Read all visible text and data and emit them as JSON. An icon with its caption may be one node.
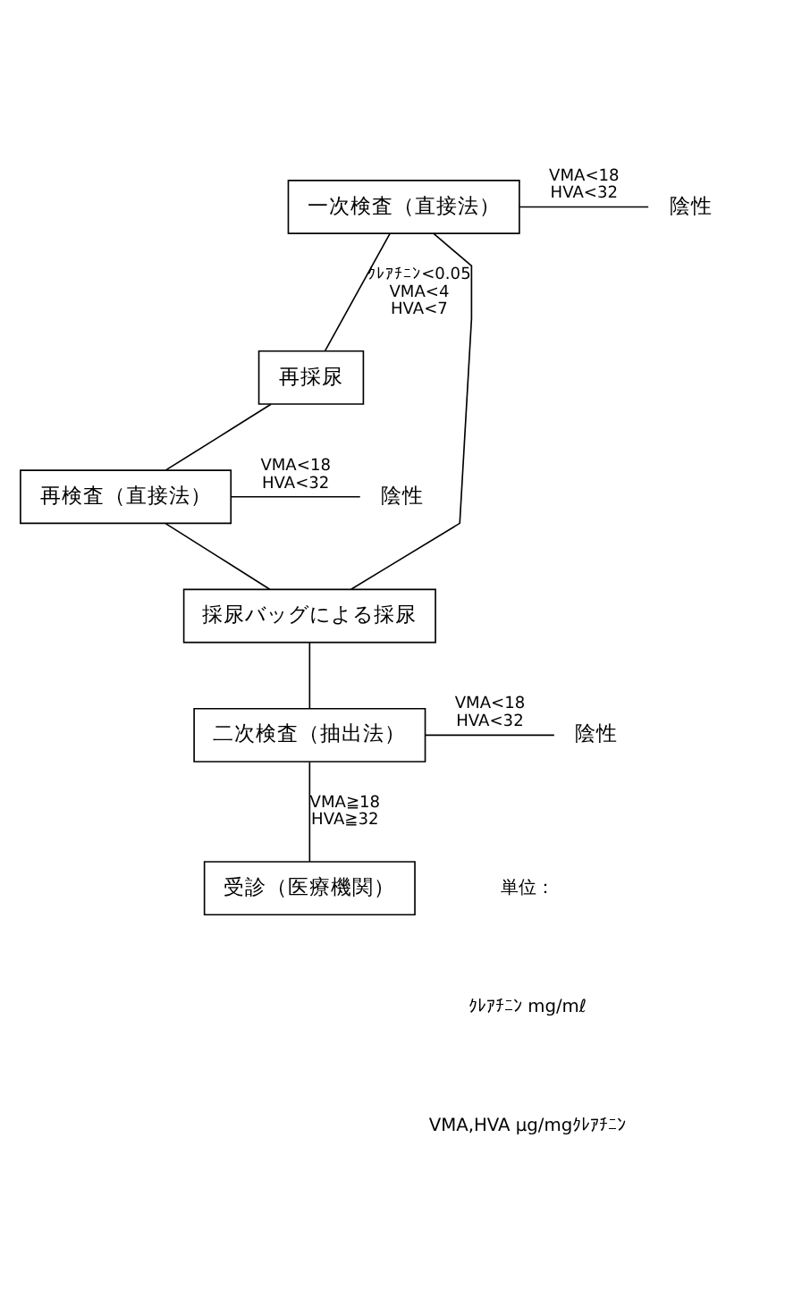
{
  "diagram": {
    "nodes": [
      {
        "text": [
          "一次検査（直接法）"
        ]
      },
      {
        "text": [
          "陰性"
        ]
      },
      {
        "text": [
          "再採尿"
        ]
      },
      {
        "text": [
          "再検査（直接法）"
        ]
      },
      {
        "text": [
          "陰性"
        ]
      },
      {
        "text": [
          "採尿バッグによる採尿"
        ]
      },
      {
        "text": [
          "二次検査（抽出法）"
        ]
      },
      {
        "text": [
          "陰性"
        ]
      },
      {
        "text": [
          "受診（医療機関）"
        ]
      }
    ],
    "edges": [
      {
        "from": 0,
        "to": 1,
        "arrow": "none",
        "label": "VMA<18 HVA<32"
      },
      {
        "from": 0,
        "to": 2,
        "arrow": "none",
        "label": "ｸﾚｱﾁﾆﾝ<0.05 VMA<4 HVA<7"
      },
      {
        "from": 2,
        "to": 3,
        "arrow": "none"
      },
      {
        "from": 3,
        "to": 4,
        "arrow": "none",
        "label": "VMA<18 HVA<32"
      },
      {
        "from": 0,
        "to": 5,
        "arrow": "none"
      },
      {
        "from": 3,
        "to": 5,
        "arrow": "none"
      },
      {
        "from": 5,
        "to": 6,
        "arrow": "none"
      },
      {
        "from": 6,
        "to": 7,
        "arrow": "none",
        "label": "VMA<18 HVA<32"
      },
      {
        "from": 6,
        "to": 8,
        "arrow": "none",
        "label": "VMA≧18 HVA≧32"
      }
    ],
    "labels": [
      "単位：",
      "ｸﾚｱﾁﾆﾝ mg/mℓ",
      "VMA,HVA μg/mgｸﾚｱﾁﾆﾝ"
    ]
  }
}
